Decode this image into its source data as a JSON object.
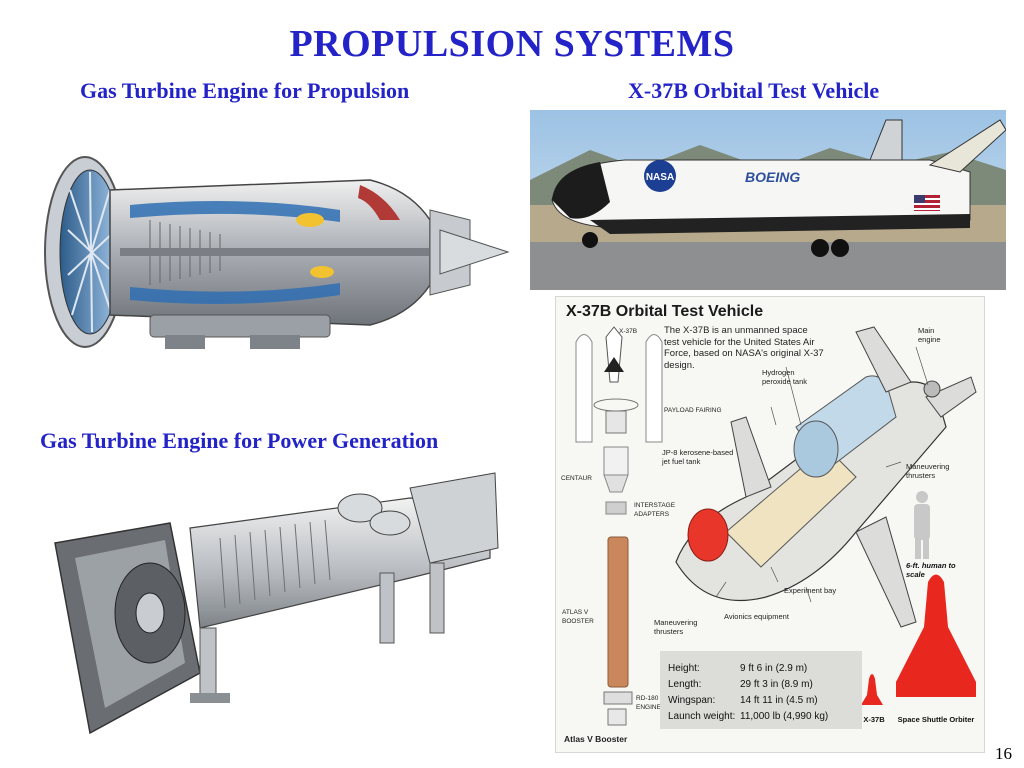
{
  "slide": {
    "title": "PROPULSION SYSTEMS",
    "page_number": "16",
    "headings": {
      "left_top": "Gas Turbine Engine for Propulsion",
      "right_top": "X-37B Orbital Test Vehicle",
      "left_bottom": "Gas Turbine Engine for Power Generation"
    }
  },
  "photo": {
    "fuselage_text": "BOEING",
    "logo_text": "NASA"
  },
  "infographic": {
    "title": "X-37B Orbital Test Vehicle",
    "description": "The X-37B is an unmanned space test vehicle for the United States Air Force, based on NASA's original X-37 design.",
    "labels": {
      "x37b": "X-37B",
      "payload_fairing": "PAYLOAD FAIRING",
      "centaur": "CENTAUR",
      "interstage": "INTERSTAGE ADAPTERS",
      "atlas_booster": "ATLAS V BOOSTER",
      "rd180": "RD-180 ENGINES",
      "atlas_caption": "Atlas V Booster",
      "jp8": "JP-8 kerosene-based jet fuel tank",
      "hydrogen": "Hydrogen peroxide tank",
      "main_engine": "Main engine",
      "maneuvering_right": "Maneuvering thrusters",
      "maneuvering_left": "Maneuvering thrusters",
      "experiment_bay": "Experiment bay",
      "avionics": "Avionics equipment",
      "human_scale": "6-ft. human to scale",
      "scale_x37b": "X-37B",
      "scale_shuttle": "Space Shuttle Orbiter"
    },
    "specs": [
      {
        "key": "Height:",
        "value": "9 ft 6 in (2.9 m)"
      },
      {
        "key": "Length:",
        "value": "29 ft 3 in (8.9 m)"
      },
      {
        "key": "Wingspan:",
        "value": "14 ft 11 in (4.5 m)"
      },
      {
        "key": "Launch weight:",
        "value": "11,000 lb (4,990 kg)"
      }
    ]
  }
}
